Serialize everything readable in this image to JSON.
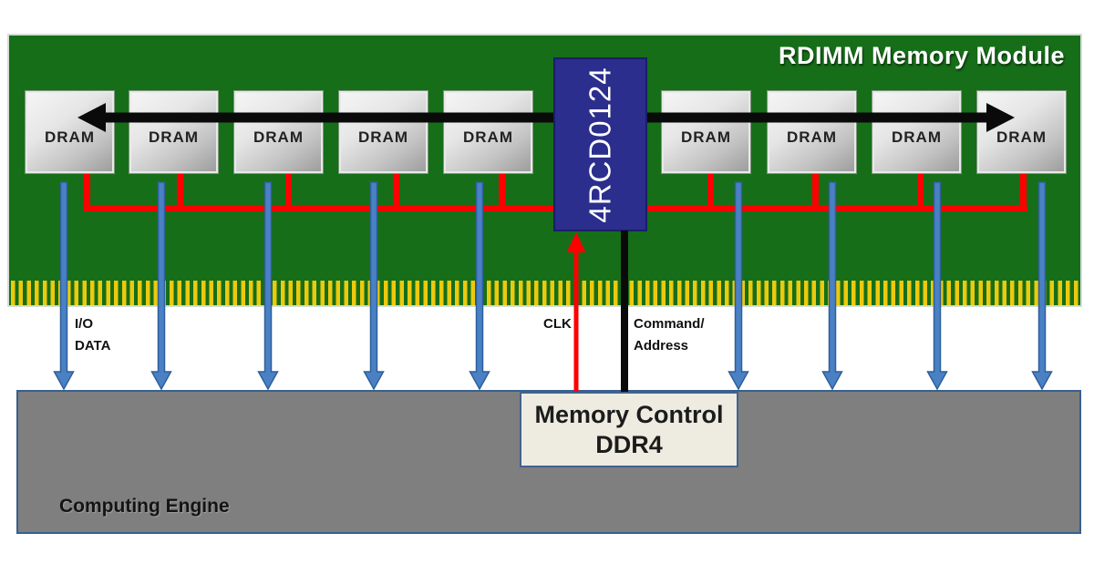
{
  "board": {
    "title": "RDIMM Memory Module",
    "dram_chips": [
      {
        "label": "DRAM"
      },
      {
        "label": "DRAM"
      },
      {
        "label": "DRAM"
      },
      {
        "label": "DRAM"
      },
      {
        "label": "DRAM"
      },
      {
        "label": "DRAM"
      },
      {
        "label": "DRAM"
      },
      {
        "label": "DRAM"
      },
      {
        "label": "DRAM"
      }
    ],
    "rcd_label": "4RCD0124"
  },
  "signals": {
    "io_line1": "I/O",
    "io_line2": "DATA",
    "clk": "CLK",
    "cmd_line1": "Command/",
    "cmd_line2": "Address"
  },
  "engine": {
    "label": "Computing Engine"
  },
  "memory_control": {
    "line1": "Memory Control",
    "line2": "DDR4"
  },
  "colors": {
    "pcb_green": "#166e19",
    "pin_gold": "#edc90e",
    "rcd_navy": "#2b2e8c",
    "bus_red": "#fe0000",
    "data_arrow_blue": "#4a80c4",
    "data_arrow_border": "#2e5f99",
    "cmd_black": "#0a0a0a",
    "engine_gray": "#7f7f7f",
    "box_border_blue": "#41638f",
    "control_cream": "#eeece1"
  }
}
